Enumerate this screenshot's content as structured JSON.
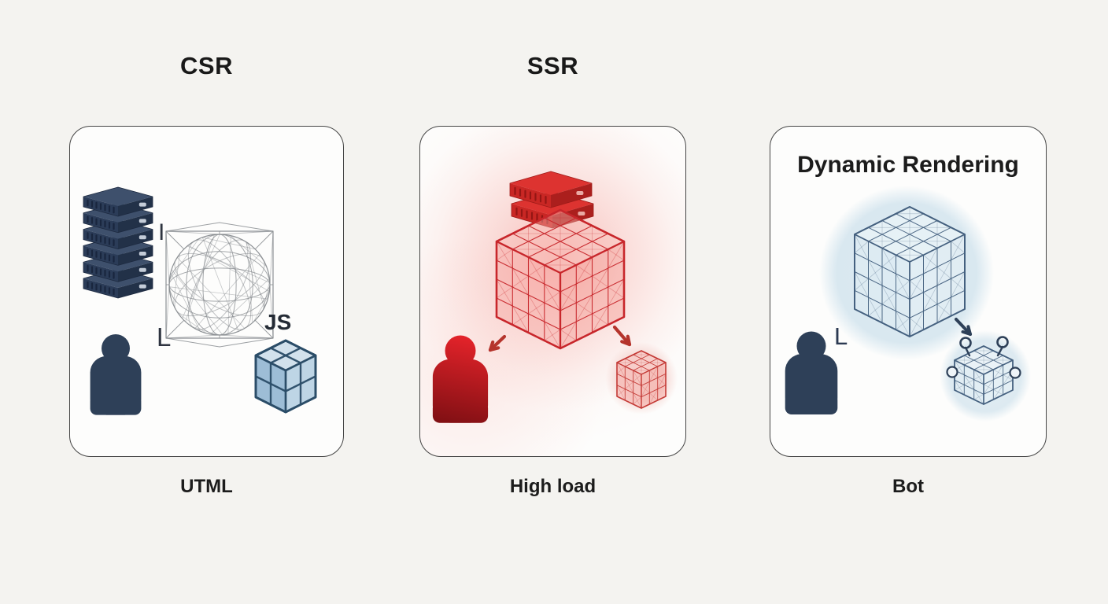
{
  "diagram": {
    "background_color": "#f4f3f0",
    "columns": [
      {
        "id": "csr",
        "title": "CSR",
        "caption": "UTML",
        "labels": {
          "i": "I",
          "l": "L",
          "js": "JS"
        },
        "icons": [
          "server-stack-icon",
          "network-sphere-icon",
          "user-icon",
          "js-cube-icon"
        ]
      },
      {
        "id": "ssr",
        "title": "SSR",
        "caption": "High load",
        "icons": [
          "overloaded-server-icon",
          "render-cube-icon",
          "user-icon",
          "mini-cube-icon",
          "arrow-to-user-icon",
          "arrow-to-cube-icon"
        ]
      },
      {
        "id": "dynamic-rendering",
        "title": "Dynamic Rendering",
        "caption": "Bot",
        "labels": {
          "l": "L"
        },
        "icons": [
          "render-cube-icon",
          "user-icon",
          "bot-cube-icon",
          "arrow-to-bot-icon",
          "highlight-circle"
        ]
      }
    ],
    "colors": {
      "navy": "#2e4058",
      "red_line": "#c8262b",
      "red_arrow": "#b5342c",
      "blue_line": "#44607f",
      "sphere_line": "#8c9094",
      "light_blue_circle": "#d9e8f0",
      "light_blue_circle_small": "#e2eef3",
      "pink_circle": "#f6dbd7",
      "panel_border": "#454545",
      "text": "#191919"
    }
  }
}
